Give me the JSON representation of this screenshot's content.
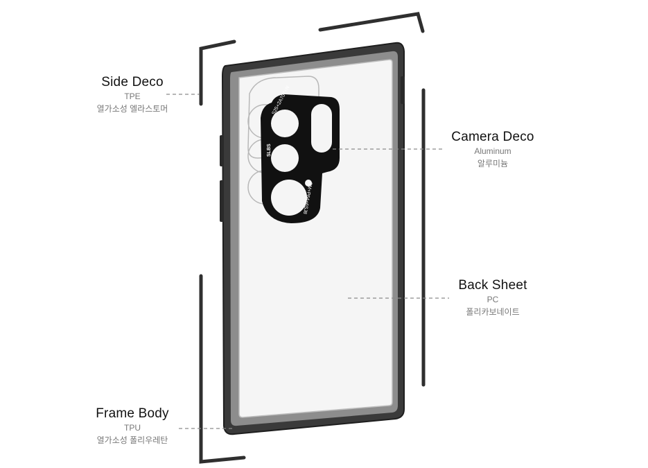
{
  "parts": {
    "side_deco": {
      "title": "Side Deco",
      "material": "TPE",
      "korean": "열가소성 엘라스토머"
    },
    "camera_deco": {
      "title": "Camera Deco",
      "material": "Aluminum",
      "korean": "알루미늄"
    },
    "back_sheet": {
      "title": "Back Sheet",
      "material": "PC",
      "korean": "폴리카보네이트"
    },
    "frame_body": {
      "title": "Frame Body",
      "material": "TPU",
      "korean": "열가소성 폴리우레탄"
    }
  },
  "camera_ring_text": {
    "top": "S25+2A707+N",
    "side": "SLBS",
    "bottom": "SM+P64+6SJ8"
  },
  "colors": {
    "frame": "#2f2f2f",
    "frame_inner": "#6a6a6a",
    "back_sheet": "#f4f4f4",
    "camera_plate": "#111111",
    "leader_line": "#8a8a8a"
  }
}
